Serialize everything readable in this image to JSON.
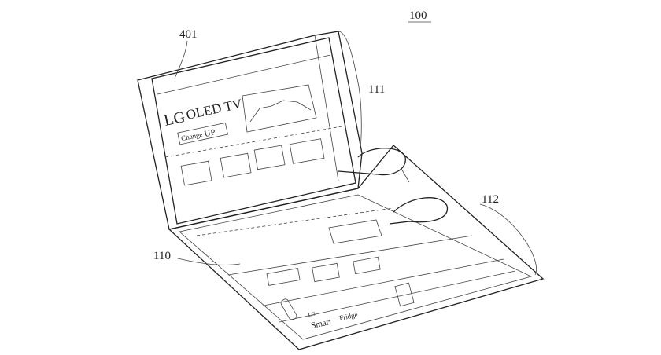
{
  "figure": {
    "ref_main": "100",
    "ref_screen_content": "401",
    "ref_upper_panel": "111",
    "ref_lower_region": "112",
    "ref_lower_panel": "110"
  },
  "upper_screen": {
    "logo": "LG",
    "headline": "OLED TV",
    "button_text": "Change",
    "button_emph": "UP"
  },
  "lower_screen": {
    "brand": "LG",
    "title_word1": "Smart",
    "title_word2": "Fridge"
  }
}
